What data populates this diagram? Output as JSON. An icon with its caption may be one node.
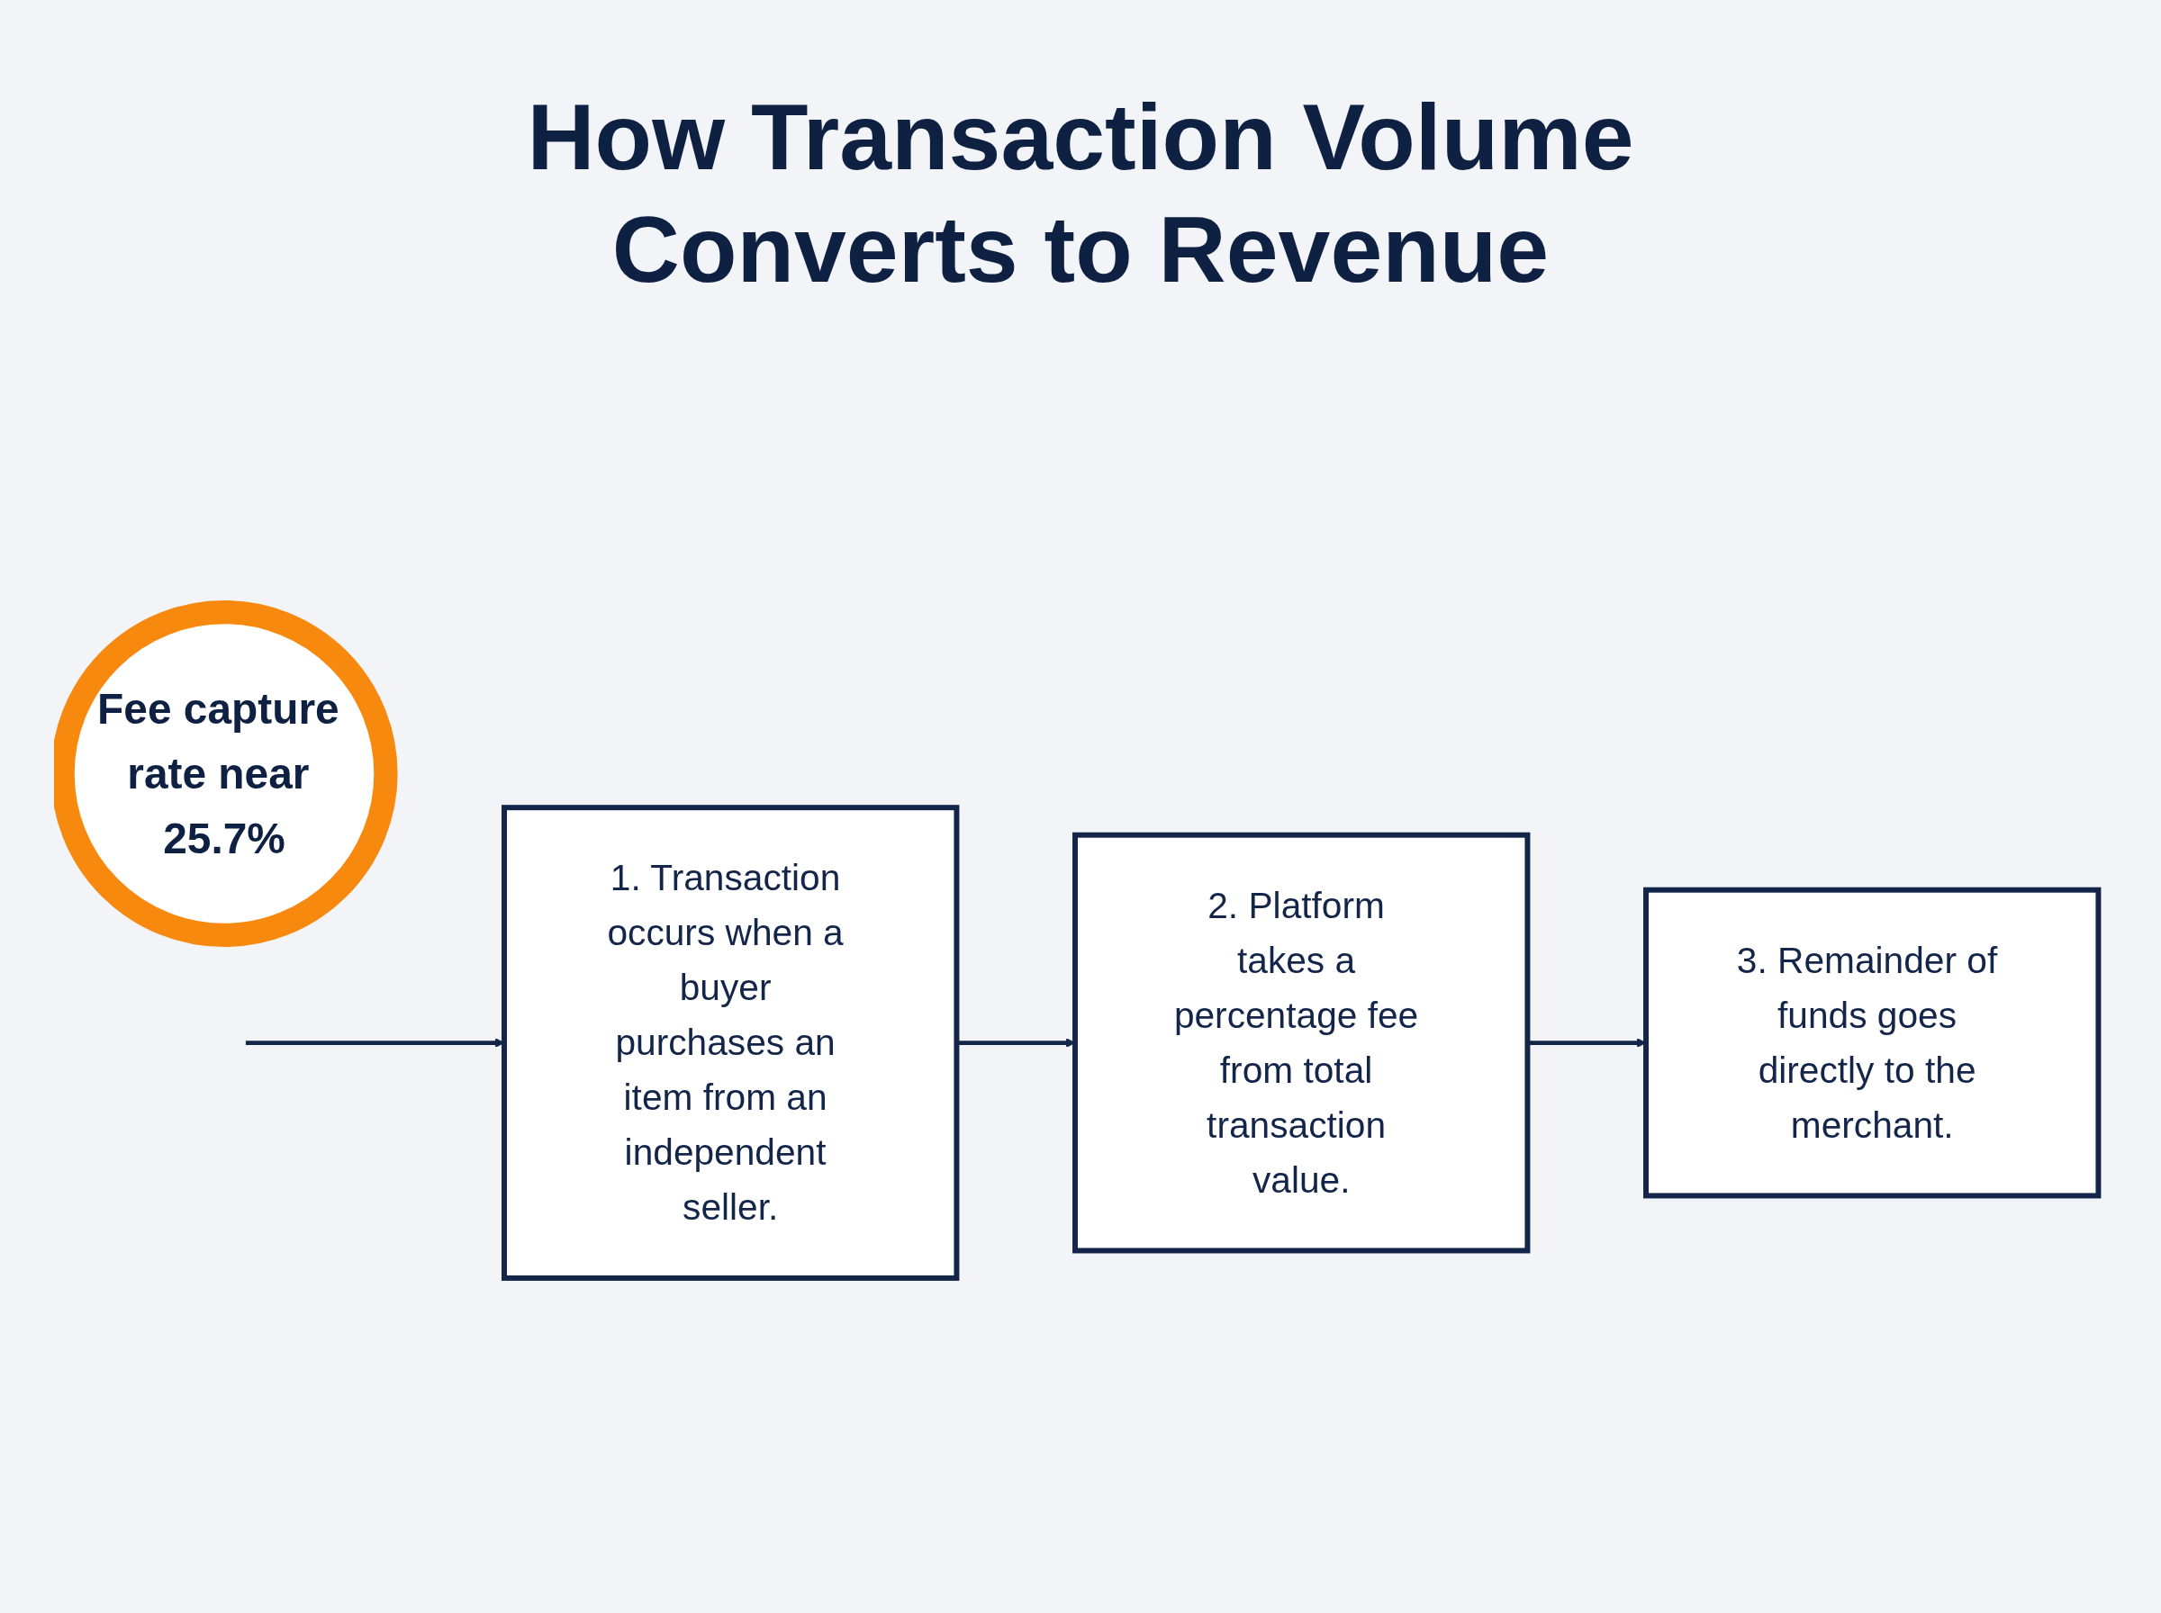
{
  "diagram": {
    "title": "How Transaction Volume Converts to Revenue",
    "nodes": [
      {
        "text": [
          "1. Transaction occurs when a buyer purchases an item from an independent seller."
        ]
      },
      {
        "text": [
          "2. Platform takes a percentage fee from total transaction value."
        ]
      },
      {
        "text": [
          "Fee capture rate near 25.7%"
        ]
      },
      {
        "text": [
          "3. Remainder of funds goes directly to the merchant."
        ]
      }
    ],
    "edges": [
      {
        "from": null,
        "to": 0,
        "arrow": "to"
      },
      {
        "from": 0,
        "to": 1,
        "arrow": "to"
      },
      {
        "from": 1,
        "to": 3,
        "arrow": "to"
      }
    ]
  }
}
